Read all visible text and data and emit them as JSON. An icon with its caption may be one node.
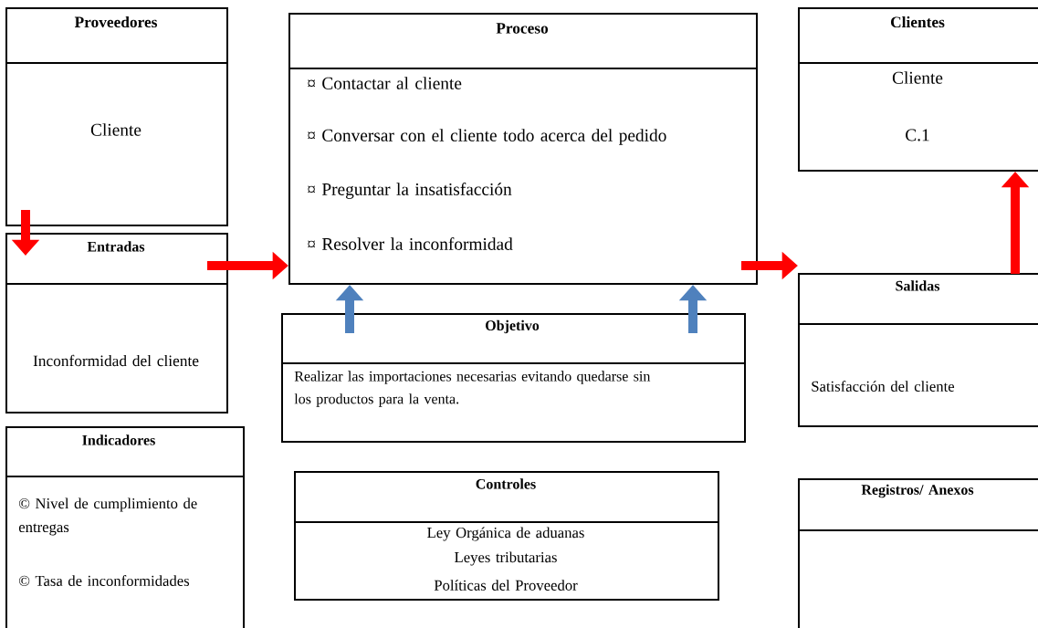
{
  "diagram": {
    "nodes": [
      {
        "text": [
          "Proveedores",
          "Cliente"
        ]
      },
      {
        "text": [
          "Proceso",
          "¤ Contactar al cliente",
          "¤ Conversar con el cliente todo acerca del pedido",
          "¤ Preguntar la insatisfacción",
          "¤ Resolver la inconformidad"
        ]
      },
      {
        "text": [
          "Clientes",
          "Cliente",
          "C.1"
        ]
      },
      {
        "text": [
          "Entradas",
          "Inconformidad del cliente"
        ]
      },
      {
        "text": [
          "Objetivo",
          "Realizar las importaciones necesarias evitando quedarse sin los productos para la venta."
        ]
      },
      {
        "text": [
          "Salidas",
          "Satisfacción del cliente"
        ]
      },
      {
        "text": [
          "Indicadores",
          "© Nivel de cumplimiento de entregas",
          "© Tasa de inconformidades"
        ]
      },
      {
        "text": [
          "Controles",
          "Ley Orgánica de aduanas",
          "Leyes tributarias",
          "Políticas del Proveedor"
        ]
      },
      {
        "text": [
          "Registros/ Anexos"
        ]
      }
    ],
    "edges": [
      {
        "from": 0,
        "to": 3,
        "arrow": "to"
      },
      {
        "from": 3,
        "to": 1,
        "arrow": "to"
      },
      {
        "from": 1,
        "to": 5,
        "arrow": "to"
      },
      {
        "from": 5,
        "to": 2,
        "arrow": "to"
      },
      {
        "from": 4,
        "to": 1,
        "arrow": "to",
        "color": "#4f81bd"
      },
      {
        "from": 4,
        "to": 1,
        "arrow": "to",
        "color": "#4f81bd"
      }
    ]
  }
}
